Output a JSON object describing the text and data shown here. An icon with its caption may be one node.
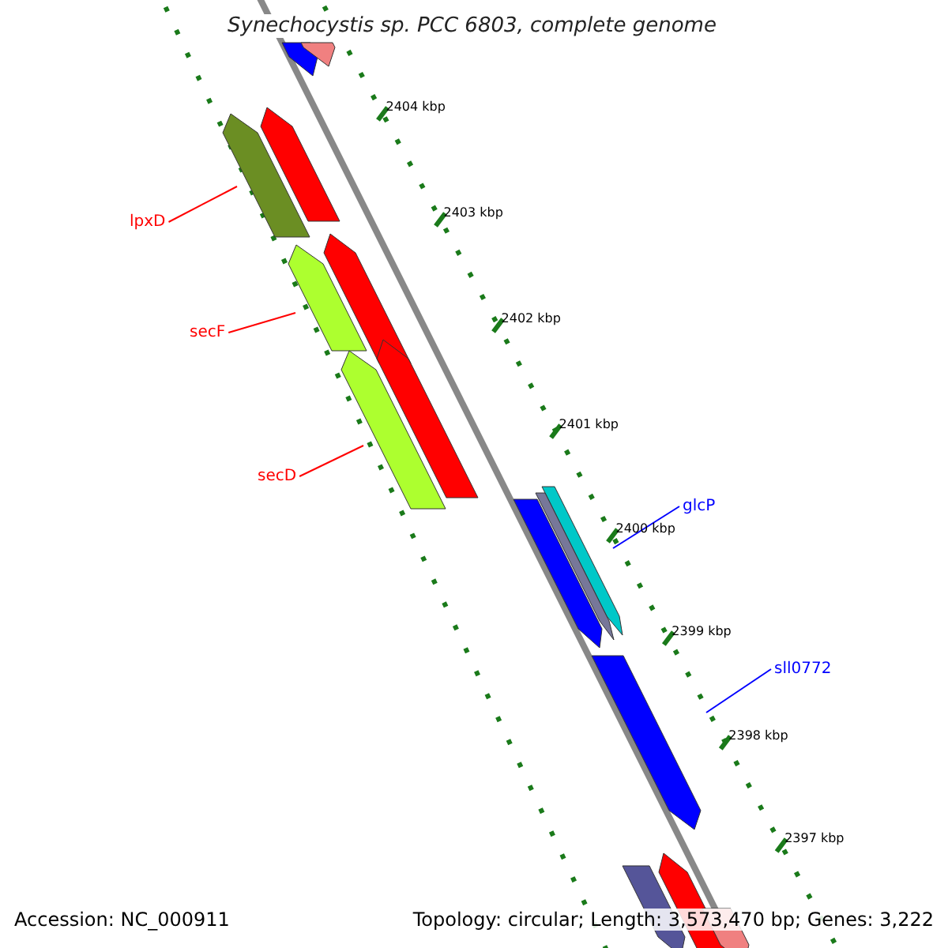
{
  "diagram": {
    "title": "Synechocystis sp. PCC 6803, complete genome",
    "nodes": [
      {
        "text": [
          "lpxD"
        ]
      },
      {
        "text": [],
        "shape": "bar"
      },
      {
        "text": [
          "secF"
        ]
      },
      {
        "text": [],
        "shape": "bar"
      },
      {
        "text": [
          "secD"
        ]
      },
      {
        "text": [],
        "shape": "bar"
      },
      {
        "text": [
          "glcP"
        ]
      },
      {
        "text": [],
        "shape": "bar"
      },
      {
        "text": [
          "sll0772"
        ]
      },
      {
        "text": [],
        "shape": "bar"
      },
      {
        "text": [],
        "shape": "bar"
      },
      {
        "text": [],
        "shape": "bar"
      },
      {
        "text": [],
        "shape": "bar"
      },
      {
        "text": [],
        "shape": "bar"
      },
      {
        "text": [],
        "shape": "bar"
      },
      {
        "text": [],
        "shape": "bar"
      },
      {
        "text": [],
        "shape": "bar"
      },
      {
        "text": [],
        "shape": "bar"
      },
      {
        "text": [],
        "shape": "bar"
      },
      {
        "text": [],
        "shape": "bar"
      }
    ],
    "edges": [
      {
        "from": 0,
        "to": 1,
        "arrow": "none",
        "color": "#ff0000"
      },
      {
        "from": 2,
        "to": 3,
        "arrow": "none",
        "color": "#ff0000"
      },
      {
        "from": 4,
        "to": 5,
        "arrow": "none",
        "color": "#ff0000"
      },
      {
        "from": 6,
        "to": 7,
        "arrow": "none",
        "color": "#0000ff"
      },
      {
        "from": 8,
        "to": 9,
        "arrow": "none",
        "color": "#0000ff"
      }
    ],
    "labels": [
      "2404 kbp",
      "2403 kbp",
      "2402 kbp",
      "2401 kbp",
      "2400 kbp",
      "2399 kbp",
      "2398 kbp",
      "2397 kbp",
      "Accession: NC_000911",
      "Topology: circular; Length: 3,573,470 bp; Genes: 3,222"
    ]
  }
}
